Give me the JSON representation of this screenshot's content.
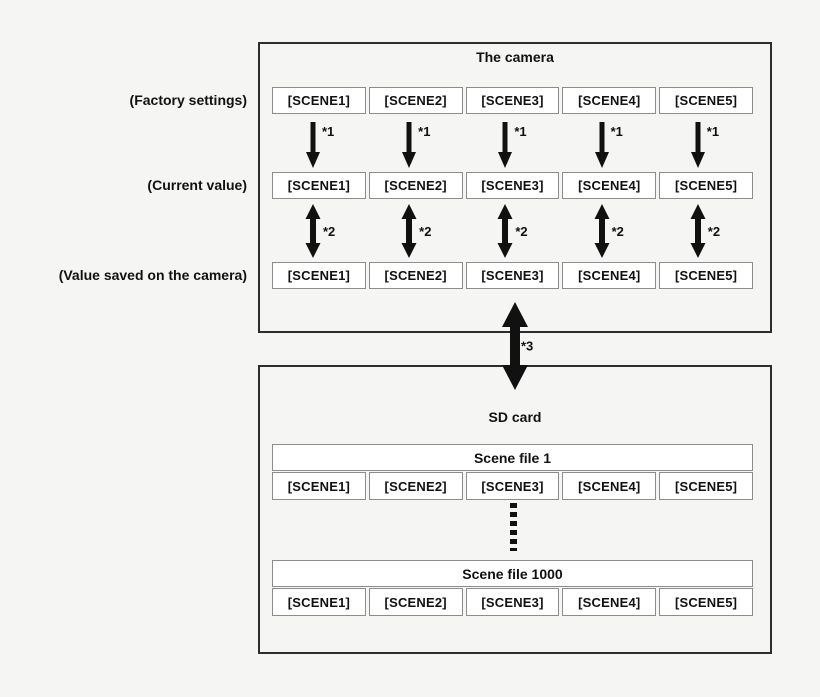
{
  "camera": {
    "title": "The camera",
    "rows": [
      {
        "label": "(Factory settings)",
        "cells": [
          "[SCENE1]",
          "[SCENE2]",
          "[SCENE3]",
          "[SCENE4]",
          "[SCENE5]"
        ]
      },
      {
        "label": "(Current value)",
        "cells": [
          "[SCENE1]",
          "[SCENE2]",
          "[SCENE3]",
          "[SCENE4]",
          "[SCENE5]"
        ]
      },
      {
        "label": "(Value saved on the camera)",
        "cells": [
          "[SCENE1]",
          "[SCENE2]",
          "[SCENE3]",
          "[SCENE4]",
          "[SCENE5]"
        ]
      }
    ]
  },
  "notes": {
    "n1": "*1",
    "n2": "*2",
    "n3": "*3"
  },
  "sd_card": {
    "title": "SD card",
    "files": [
      {
        "title": "Scene file 1",
        "cells": [
          "[SCENE1]",
          "[SCENE2]",
          "[SCENE3]",
          "[SCENE4]",
          "[SCENE5]"
        ]
      },
      {
        "title": "Scene file 1000",
        "cells": [
          "[SCENE1]",
          "[SCENE2]",
          "[SCENE3]",
          "[SCENE4]",
          "[SCENE5]"
        ]
      }
    ]
  },
  "colors": {
    "background": "#f5f5f4",
    "box_border": "#2d2d2d",
    "cell_border": "#8c8c8c",
    "cell_background": "#ffffff",
    "arrow": "#111111",
    "text": "#111111"
  }
}
